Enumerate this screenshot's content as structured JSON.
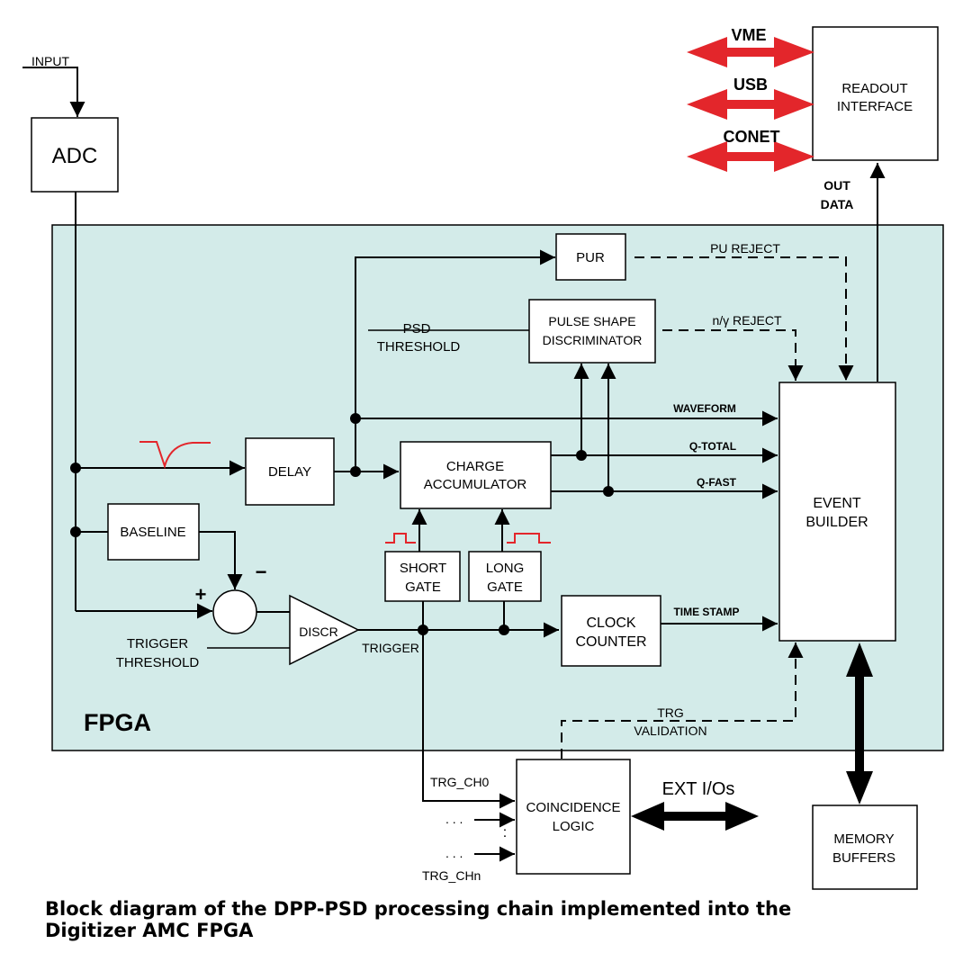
{
  "colors": {
    "fpga_fill": "#d3ebe9",
    "readout_arrow": "#e3262b",
    "pulse_sketch": "#e3262b",
    "line": "#000000"
  },
  "labels": {
    "input": "INPUT",
    "adc": "ADC",
    "fpga": "FPGA",
    "vme": "VME",
    "usb": "USB",
    "conet": "CONET",
    "readout_interface": [
      "READOUT",
      "INTERFACE"
    ],
    "out_data": [
      "OUT",
      "DATA"
    ],
    "pur": "PUR",
    "pu_reject": "PU REJECT",
    "psd_block": [
      "PULSE SHAPE",
      "DISCRIMINATOR"
    ],
    "psd_threshold": [
      "PSD",
      "THRESHOLD"
    ],
    "ny_reject": "n/γ REJECT",
    "waveform": "WAVEFORM",
    "q_total": "Q-TOTAL",
    "q_fast": "Q-FAST",
    "time_stamp": "TIME STAMP",
    "delay": "DELAY",
    "charge_accumulator": [
      "CHARGE",
      "ACCUMULATOR"
    ],
    "baseline": "BASELINE",
    "plus": "+",
    "minus": "−",
    "discr": "DISCR",
    "trigger": "TRIGGER",
    "trigger_threshold": [
      "TRIGGER",
      "THRESHOLD"
    ],
    "short_gate": [
      "SHORT",
      "GATE"
    ],
    "long_gate": [
      "LONG",
      "GATE"
    ],
    "clock_counter": [
      "CLOCK",
      "COUNTER"
    ],
    "event_builder": [
      "EVENT",
      "BUILDER"
    ],
    "trg_validation": [
      "TRG",
      "VALIDATION"
    ],
    "trg_ch0": "TRG_CH0",
    "trg_chn": "TRG_CHn",
    "coincidence_logic": [
      "COINCIDENCE",
      "LOGIC"
    ],
    "ext_ios": "EXT I/Os",
    "memory_buffers": [
      "MEMORY",
      "BUFFERS"
    ],
    "ellipsis": ". . .",
    "vdots": ":"
  },
  "caption": [
    "Block diagram of the DPP-PSD processing chain implemented into the",
    "Digitizer AMC FPGA"
  ]
}
